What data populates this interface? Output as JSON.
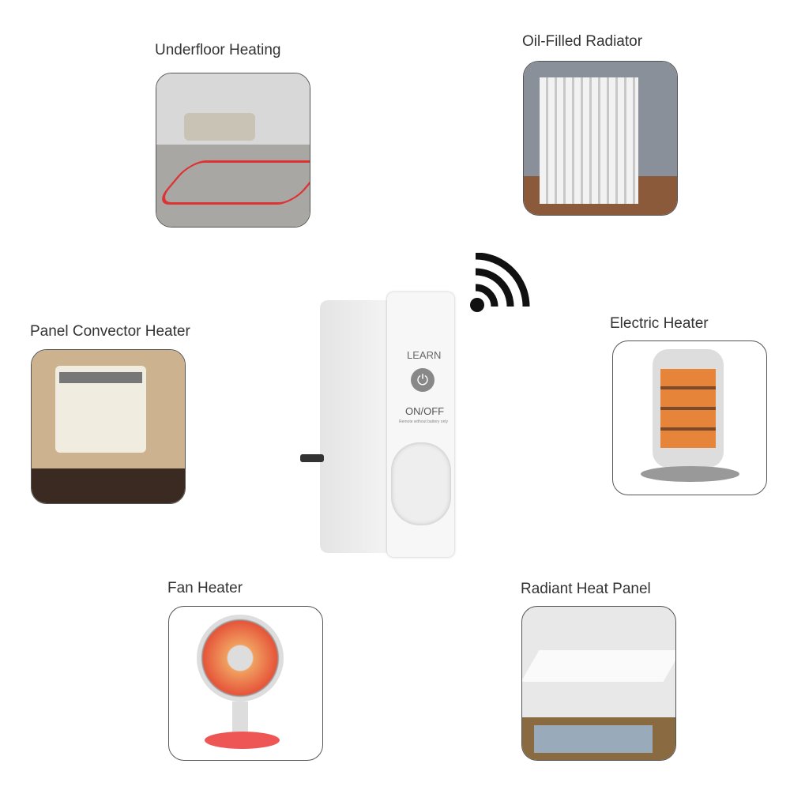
{
  "heaters": [
    {
      "label": "Underfloor Heating"
    },
    {
      "label": "Oil-Filled Radiator"
    },
    {
      "label": "Panel Convector Heater"
    },
    {
      "label": "Electric Heater"
    },
    {
      "label": "Fan Heater"
    },
    {
      "label": "Radiant Heat Panel"
    }
  ],
  "device": {
    "learn": "LEARN",
    "onoff": "ON/OFF",
    "note": "Remote without battery only",
    "icon": "power-icon"
  },
  "signal_icon": "wifi-signal-icon"
}
